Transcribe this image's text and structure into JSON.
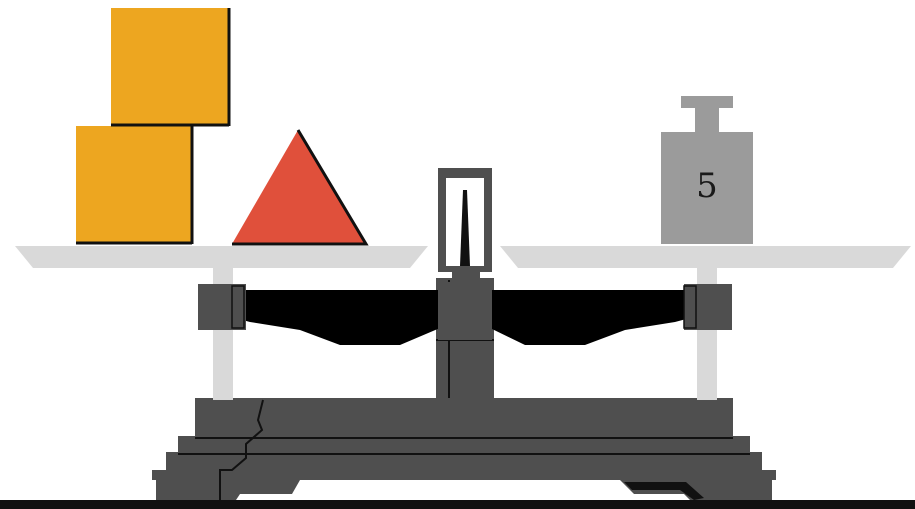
{
  "scene": {
    "weight_label": "5"
  },
  "colors": {
    "block": "#eda620",
    "triangle": "#e0503b",
    "weight": "#9b9b9b",
    "weight_text": "#1a1a1a",
    "pan": "#d9d9d9",
    "base": "#4f4f4f",
    "beam": "#000000",
    "post": "#d9d9d9",
    "outline": "#111111"
  },
  "icons": {
    "left_pan_items": [
      "cube-block",
      "cube-block",
      "triangle-block"
    ],
    "right_pan_items": [
      "numbered-weight"
    ]
  }
}
